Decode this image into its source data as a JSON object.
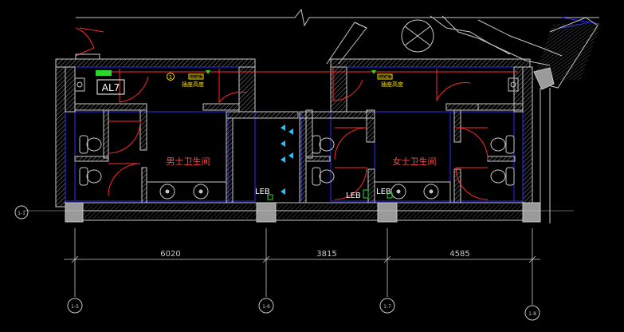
{
  "colors": {
    "background": "#000000",
    "wall_outline": "#c8c8c8",
    "wall_hatch": "#e0e0e0",
    "wall_inner": "#2b2bff",
    "door_arc": "#ff2a2a",
    "room_label": "#ff4a4a",
    "dimension": "#c8c8c8",
    "cyan": "#19c8ff",
    "yellow": "#ffe200",
    "green": "#2cd72c",
    "axis": "#c8c8c8"
  },
  "rooms": {
    "mens": "男士卫生间",
    "womens": "女士卫生间"
  },
  "tags": {
    "panel": "AL7",
    "socket_height_left": "插座高度",
    "socket_height_right": "插座高度",
    "socket_marker_left": "SOCKET",
    "socket_marker_right": "SOCKET",
    "circle_num": "1",
    "leb_1": "LEB",
    "leb_2": "LEB",
    "leb_3": "LEB"
  },
  "dimensions": [
    "6020",
    "3815",
    "4585"
  ],
  "axes": {
    "row": "1-1",
    "col1": "1-5",
    "col2": "1-6",
    "col3": "1-7",
    "col4": "1-8"
  }
}
